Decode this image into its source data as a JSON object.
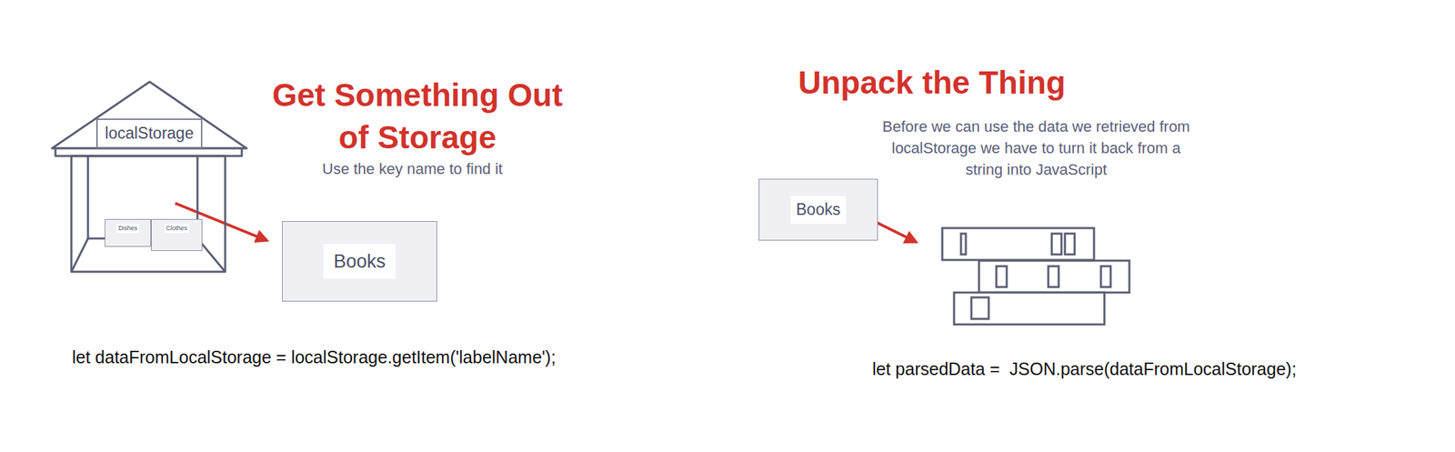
{
  "diagram": {
    "nodes": [
      {
        "text": [
          "localStorage"
        ]
      },
      {
        "text": [
          "Dishes"
        ],
        "in": 0
      },
      {
        "text": [
          "Clothes"
        ],
        "in": 0
      },
      {
        "text": [
          "Books"
        ]
      },
      {
        "text": [
          "Books"
        ]
      }
    ],
    "edges": [
      {
        "from": 0,
        "to": 3,
        "arrow": "to"
      }
    ],
    "labels": [
      "Get Something Out of Storage",
      "Use the key name to find it",
      "let dataFromLocalStorage = localStorage.getItem('labelName');",
      "Unpack the Thing",
      "Before we can use the data we retrieved from localStorage we have to turn it back from a string into JavaScript",
      "let parsedData =  JSON.parse(dataFromLocalStorage);"
    ]
  }
}
